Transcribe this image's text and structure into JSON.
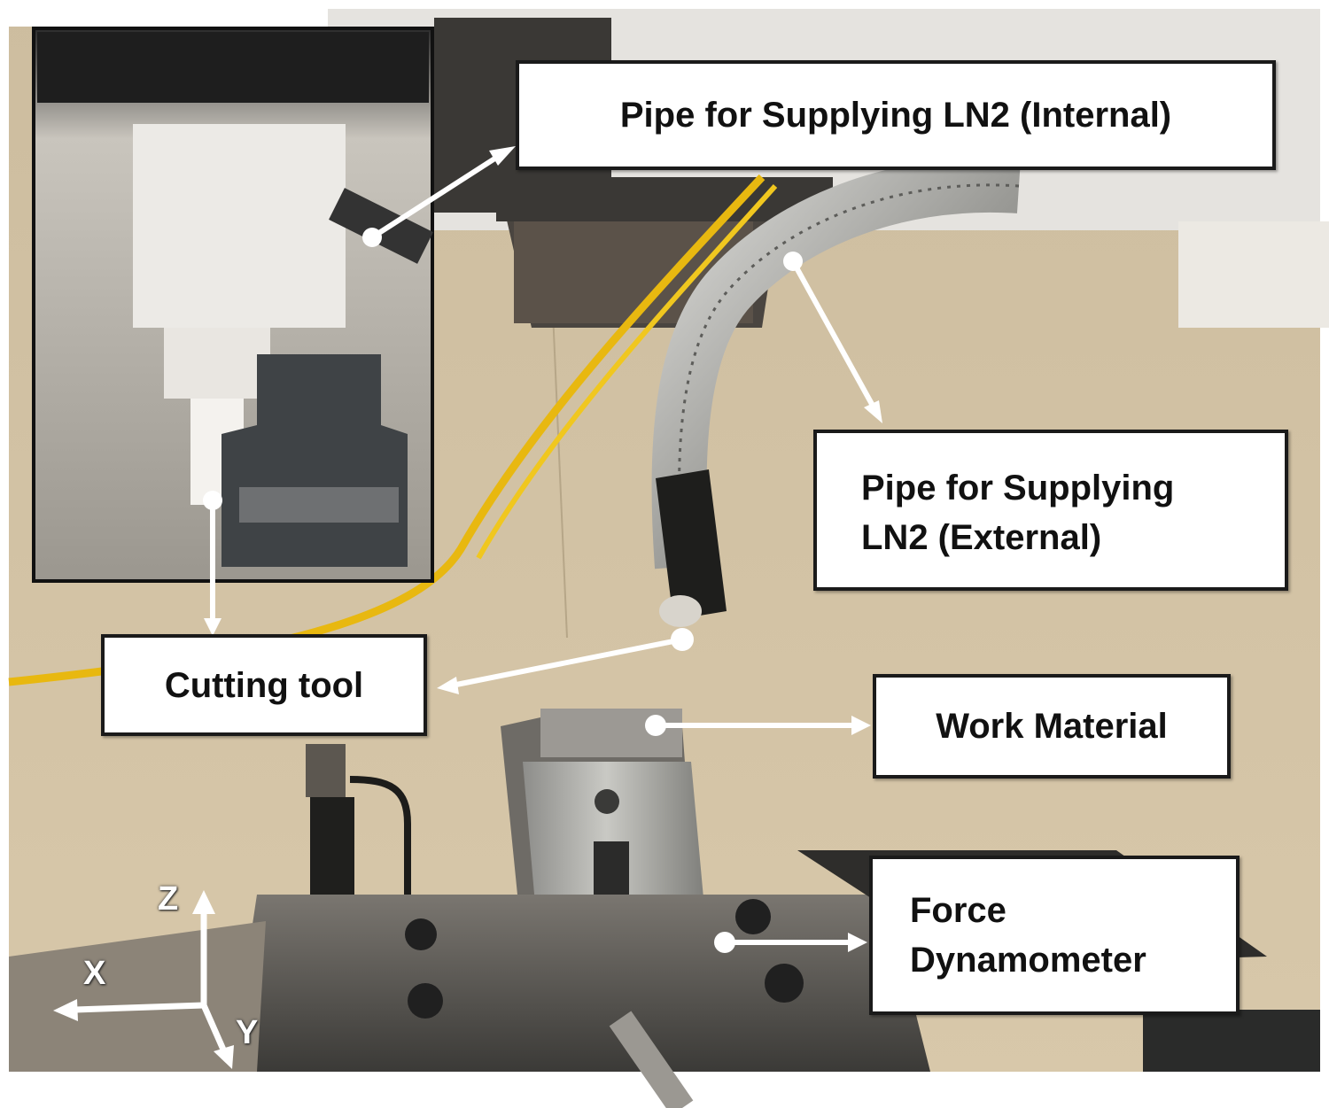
{
  "labels": {
    "pipe_internal": "Pipe for Supplying LN2 (Internal)",
    "pipe_external_line1": "Pipe for Supplying",
    "pipe_external_line2": "LN2 (External)",
    "cutting_tool": "Cutting tool",
    "work_material": "Work Material",
    "force_dynamometer_line1": "Force",
    "force_dynamometer_line2": "Dynamometer"
  },
  "axes": {
    "x": "X",
    "y": "Y",
    "z": "Z"
  },
  "colors": {
    "label_background": "#ffffff",
    "label_border": "#1a1a1a",
    "arrow": "#ffffff",
    "coolant_line": "#e8b810",
    "wall": "#d2c2a4"
  }
}
